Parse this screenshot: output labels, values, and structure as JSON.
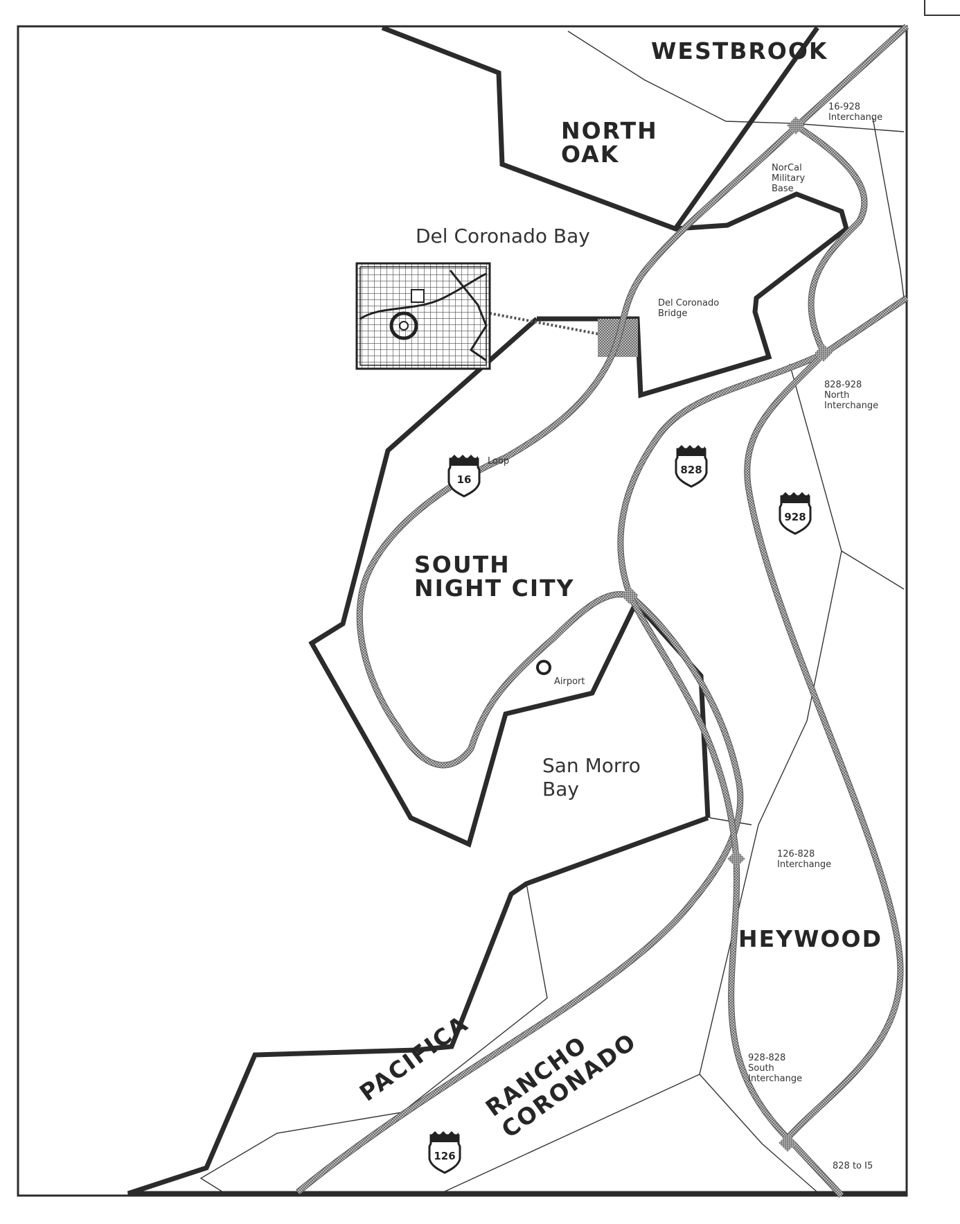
{
  "districts": {
    "westbrook": "WESTBROOK",
    "north_oak_1": "NORTH",
    "north_oak_2": "OAK",
    "south_night_city_1": "SOUTH",
    "south_night_city_2": "NIGHT CITY",
    "heywood": "HEYWOOD",
    "pacifica": "PACIFICA",
    "rancho_coronado_1": "RANCHO",
    "rancho_coronado_2": "CORONADO"
  },
  "water": {
    "del_coronado_bay": "Del Coronado Bay",
    "san_morro_bay_1": "San Morro",
    "san_morro_bay_2": "Bay"
  },
  "labels": {
    "interchange_16_928_1": "16-928",
    "interchange_16_928_2": "Interchange",
    "norcal_1": "NorCal",
    "norcal_2": "Military",
    "norcal_3": "Base",
    "bridge_1": "Del Coronado",
    "bridge_2": "Bridge",
    "interchange_828_928_north_1": "828-928",
    "interchange_828_928_north_2": "North",
    "interchange_828_928_north_3": "Interchange",
    "loop": "Loop",
    "airport": "Airport",
    "interchange_126_828_1": "126-828",
    "interchange_126_828_2": "Interchange",
    "interchange_928_828_south_1": "928-828",
    "interchange_928_828_south_2": "South",
    "interchange_928_828_south_3": "Interchange",
    "exit_828_to_15": "828 to I5"
  },
  "highway_shields": {
    "h16": "16",
    "h828": "828",
    "h928": "928",
    "h126": "126"
  }
}
